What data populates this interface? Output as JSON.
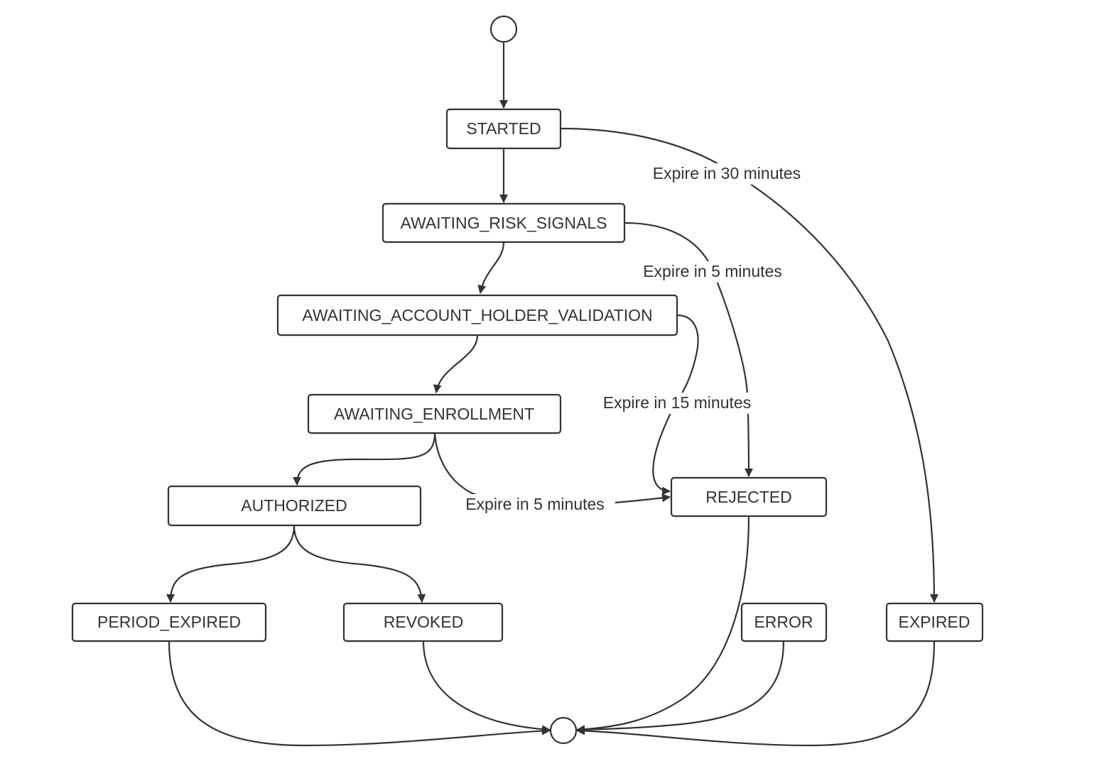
{
  "diagram": {
    "type": "state-diagram",
    "states": {
      "started": "STARTED",
      "awaiting_risk_signals": "AWAITING_RISK_SIGNALS",
      "awaiting_account_holder_validation": "AWAITING_ACCOUNT_HOLDER_VALIDATION",
      "awaiting_enrollment": "AWAITING_ENROLLMENT",
      "authorized": "AUTHORIZED",
      "rejected": "REJECTED",
      "period_expired": "PERIOD_EXPIRED",
      "revoked": "REVOKED",
      "error": "ERROR",
      "expired": "EXPIRED"
    },
    "transition_labels": {
      "started_to_expired": "Expire in 30 minutes",
      "risk_signals_to_rejected": "Expire in 5 minutes",
      "validation_to_rejected": "Expire in 15 minutes",
      "enrollment_to_rejected": "Expire in 5 minutes"
    },
    "transitions": [
      {
        "from": "start",
        "to": "STARTED"
      },
      {
        "from": "STARTED",
        "to": "AWAITING_RISK_SIGNALS"
      },
      {
        "from": "STARTED",
        "to": "EXPIRED",
        "label": "Expire in 30 minutes"
      },
      {
        "from": "AWAITING_RISK_SIGNALS",
        "to": "AWAITING_ACCOUNT_HOLDER_VALIDATION"
      },
      {
        "from": "AWAITING_RISK_SIGNALS",
        "to": "REJECTED",
        "label": "Expire in 5 minutes"
      },
      {
        "from": "AWAITING_ACCOUNT_HOLDER_VALIDATION",
        "to": "AWAITING_ENROLLMENT"
      },
      {
        "from": "AWAITING_ACCOUNT_HOLDER_VALIDATION",
        "to": "REJECTED",
        "label": "Expire in 15 minutes"
      },
      {
        "from": "AWAITING_ENROLLMENT",
        "to": "AUTHORIZED"
      },
      {
        "from": "AWAITING_ENROLLMENT",
        "to": "REJECTED",
        "label": "Expire in 5 minutes"
      },
      {
        "from": "AUTHORIZED",
        "to": "PERIOD_EXPIRED"
      },
      {
        "from": "AUTHORIZED",
        "to": "REVOKED"
      },
      {
        "from": "PERIOD_EXPIRED",
        "to": "end"
      },
      {
        "from": "REVOKED",
        "to": "end"
      },
      {
        "from": "REJECTED",
        "to": "end"
      },
      {
        "from": "ERROR",
        "to": "end"
      },
      {
        "from": "EXPIRED",
        "to": "end"
      }
    ]
  }
}
